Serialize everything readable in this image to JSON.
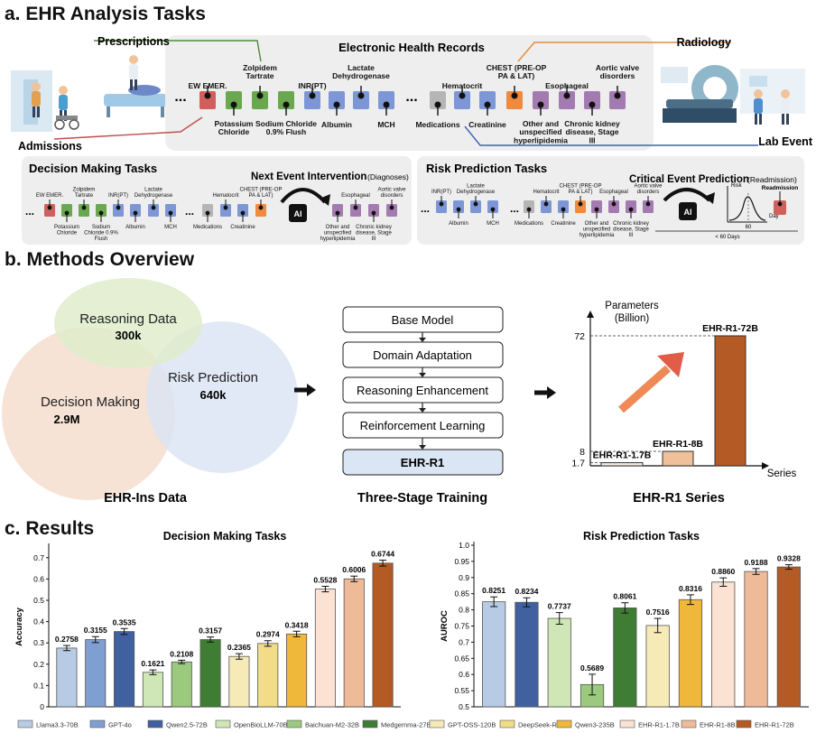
{
  "panel_a": {
    "title": "a. EHR Analysis Tasks",
    "ehr_box_title": "Electronic Health Records",
    "prescriptions": "Prescriptions",
    "radiology": "Radiology",
    "admissions": "Admissions",
    "lab_event": "Lab Event",
    "timeline_top": [
      "EW EMER.",
      "Zolpidem Tartrate",
      "INR(PT)",
      "Lactate Dehydrogenase",
      "Hematocrit",
      "CHEST (PRE-OP PA & LAT)",
      "Esophageal",
      "Aortic valve disorders"
    ],
    "timeline_bottom": [
      "Potassium Chloride",
      "Sodium Chloride 0.9% Flush",
      "Albumin",
      "MCH",
      "Medications",
      "Creatinine",
      "Other and unspecified hyperlipidemia",
      "Chronic kidney disease, Stage III"
    ],
    "decision_title": "Decision Making Tasks",
    "next_event_title": "Next Event Intervention",
    "next_event_sub": "(Diagnoses)",
    "risk_title": "Risk Prediction Tasks",
    "critical_title": "Critical Event Prediction",
    "critical_sub": "(Readmission)",
    "readmission": "Readmission",
    "ai_label": "AI",
    "risk_axis": "Risk",
    "day_axis": "Day",
    "day_tick": "60",
    "days_note": "< 60 Days"
  },
  "panel_b": {
    "title": "b. Methods Overview",
    "venn": [
      {
        "label": "Reasoning Data",
        "value": "300k"
      },
      {
        "label": "Risk Prediction",
        "value": "640k"
      },
      {
        "label": "Decision Making",
        "value": "2.9M"
      }
    ],
    "venn_caption": "EHR-Ins Data",
    "stages": [
      "Base Model",
      "Domain Adaptation",
      "Reasoning Enhancement",
      "Reinforcement Learning",
      "EHR-R1"
    ],
    "stages_caption": "Three-Stage Training",
    "series_caption": "EHR-R1 Series",
    "params_label": "Parameters",
    "params_unit": "(Billion)",
    "series_axis": "Series",
    "models": [
      {
        "name": "EHR-R1-1.7B",
        "params": 1.7,
        "tick": "1.7",
        "color": "#fbf0e6"
      },
      {
        "name": "EHR-R1-8B",
        "params": 8,
        "tick": "8",
        "color": "#efc09a"
      },
      {
        "name": "EHR-R1-72B",
        "params": 72,
        "tick": "72",
        "color": "#b45a24"
      }
    ]
  },
  "panel_c": {
    "title": "c. Results",
    "legend": [
      {
        "name": "Llama3.3-70B",
        "color": "#b8cbe4"
      },
      {
        "name": "GPT-4o",
        "color": "#7f9ed1"
      },
      {
        "name": "Qwen2.5-72B",
        "color": "#41609f"
      },
      {
        "name": "OpenBioLLM-70B",
        "color": "#cfe6b6"
      },
      {
        "name": "Baichuan-M2-32B",
        "color": "#9bc97d"
      },
      {
        "name": "Medgemma-27B",
        "color": "#3e7d33"
      },
      {
        "name": "GPT-OSS-120B",
        "color": "#f6ebb6"
      },
      {
        "name": "DeepSeek-R1",
        "color": "#f3dc87"
      },
      {
        "name": "Qwen3-235B",
        "color": "#efb83a"
      },
      {
        "name": "EHR-R1-1.7B",
        "color": "#fbe2d3"
      },
      {
        "name": "EHR-R1-8B",
        "color": "#eeba98"
      },
      {
        "name": "EHR-R1-72B",
        "color": "#b45a24"
      }
    ]
  },
  "chart_data": [
    {
      "type": "bar",
      "title": "Decision Making Tasks",
      "ylabel": "Accuracy",
      "xlabel": "",
      "ylim": [
        0,
        0.75
      ],
      "yticks": [
        "0",
        "0.1",
        "0.2",
        "0.3",
        "0.4",
        "0.5",
        "0.6",
        "0.7"
      ],
      "categories": [
        "Llama3.3-70B",
        "GPT-4o",
        "Qwen2.5-72B",
        "OpenBioLLM-70B",
        "Baichuan-M2-32B",
        "Medgemma-27B",
        "GPT-OSS-120B",
        "DeepSeek-R1",
        "Qwen3-235B",
        "EHR-R1-1.7B",
        "EHR-R1-8B",
        "EHR-R1-72B"
      ],
      "values": [
        0.2758,
        0.3155,
        0.3535,
        0.1621,
        0.2108,
        0.3157,
        0.2365,
        0.2974,
        0.3418,
        0.5528,
        0.6006,
        0.6744
      ],
      "labels": [
        "0.2758",
        "0.3155",
        "0.3535",
        "0.1621",
        "0.2108",
        "0.3157",
        "0.2365",
        "0.2974",
        "0.3418",
        "0.5528",
        "0.6006",
        "0.6744"
      ],
      "errors": [
        0.012,
        0.014,
        0.014,
        0.011,
        0.008,
        0.012,
        0.013,
        0.013,
        0.013,
        0.013,
        0.013,
        0.014
      ],
      "colors": [
        "#b8cbe4",
        "#7f9ed1",
        "#41609f",
        "#cfe6b6",
        "#9bc97d",
        "#3e7d33",
        "#f6ebb6",
        "#f3dc87",
        "#efb83a",
        "#fbe2d3",
        "#eeba98",
        "#b45a24"
      ]
    },
    {
      "type": "bar",
      "title": "Risk Prediction Tasks",
      "ylabel": "AUROC",
      "xlabel": "",
      "ylim": [
        0.5,
        1.0
      ],
      "yticks": [
        "0.5",
        "0.55",
        "0.6",
        "0.65",
        "0.7",
        "0.75",
        "0.8",
        "0.85",
        "0.9",
        "0.95",
        "1.0"
      ],
      "categories": [
        "Llama3.3-70B",
        "GPT-4o",
        "Qwen2.5-72B",
        "Baichuan-M2-32B",
        "Medgemma-27B",
        "GPT-OSS-120B",
        "DeepSeek-R1",
        "EHR-R1-1.7B",
        "EHR-R1-8B",
        "EHR-R1-72B"
      ],
      "values": [
        0.8251,
        0.8234,
        0.7737,
        0.5689,
        0.8061,
        0.7516,
        0.8316,
        0.886,
        0.9188,
        0.9328
      ],
      "labels": [
        "0.8251",
        "0.8234",
        "0.7737",
        "0.5689",
        "0.8061",
        "0.7516",
        "0.8316",
        "0.8860",
        "0.9188",
        "0.9328"
      ],
      "errors": [
        0.015,
        0.014,
        0.018,
        0.032,
        0.016,
        0.022,
        0.015,
        0.013,
        0.009,
        0.007
      ],
      "colors": [
        "#b8cbe4",
        "#41609f",
        "#cfe6b6",
        "#9bc97d",
        "#3e7d33",
        "#f6ebb6",
        "#efb83a",
        "#fbe2d3",
        "#eeba98",
        "#b45a24"
      ]
    }
  ]
}
